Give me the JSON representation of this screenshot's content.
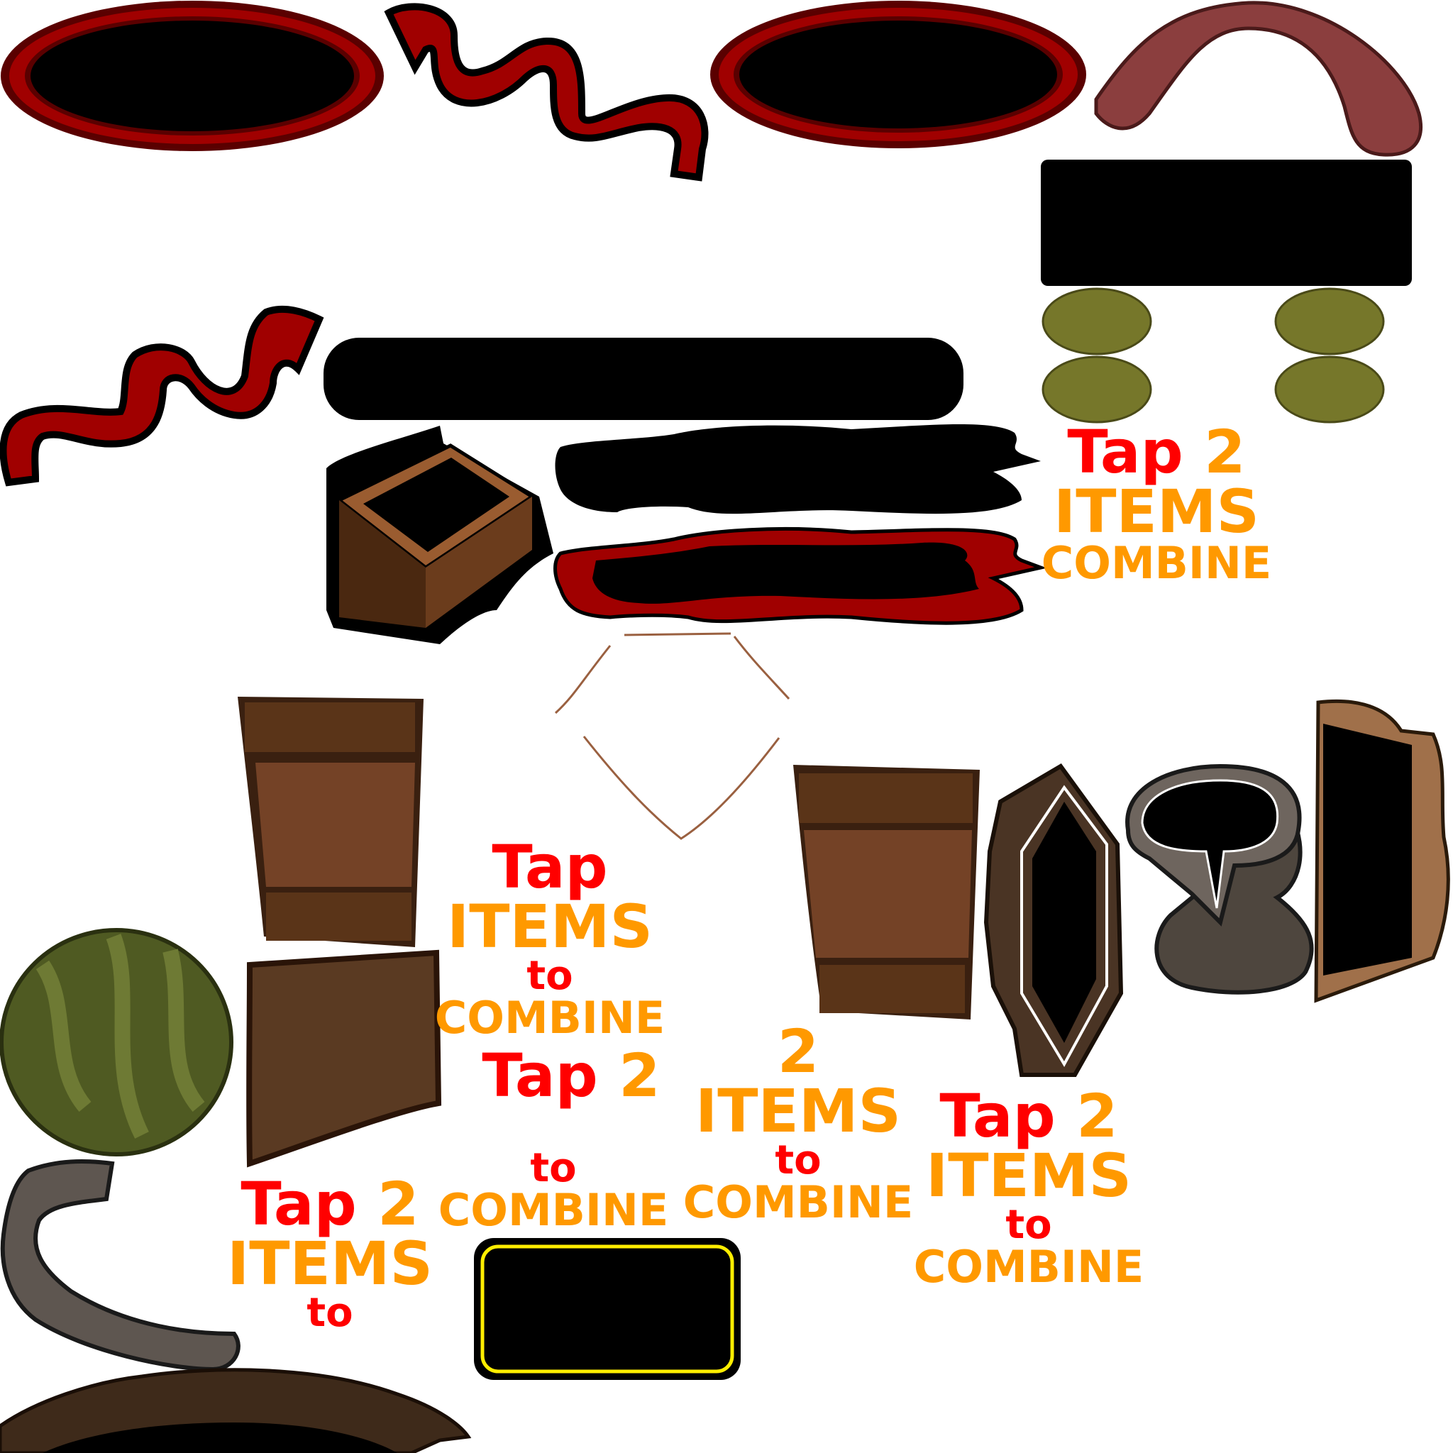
{
  "colors": {
    "tap_red": "#ff0000",
    "items_orange": "#ff9900",
    "ring_red": "#a00000",
    "olive": "#76772a",
    "arch": "#8b3e3e",
    "wood": "#744226",
    "yellow_border": "#ffee00"
  },
  "labels": {
    "a": {
      "tap": "Tap",
      "two": "2",
      "items": "ITEMS",
      "combine": "COMBINE"
    },
    "b": {
      "tap": "Tap",
      "items": "ITEMS",
      "to": "to",
      "combine": "COMBINE"
    },
    "c": {
      "tap": "Tap",
      "two": "2"
    },
    "d": {
      "two": "2",
      "items": "ITEMS",
      "to": "to",
      "combine": "COMBINE"
    },
    "e": {
      "tap": "Tap",
      "two": "2",
      "items": "ITEMS",
      "to": "to",
      "combine": "COMBINE"
    },
    "f": {
      "to": "to",
      "combine": "COMBINE"
    },
    "g": {
      "tap": "Tap",
      "two": "2",
      "items": "ITEMS",
      "to": "to"
    }
  }
}
